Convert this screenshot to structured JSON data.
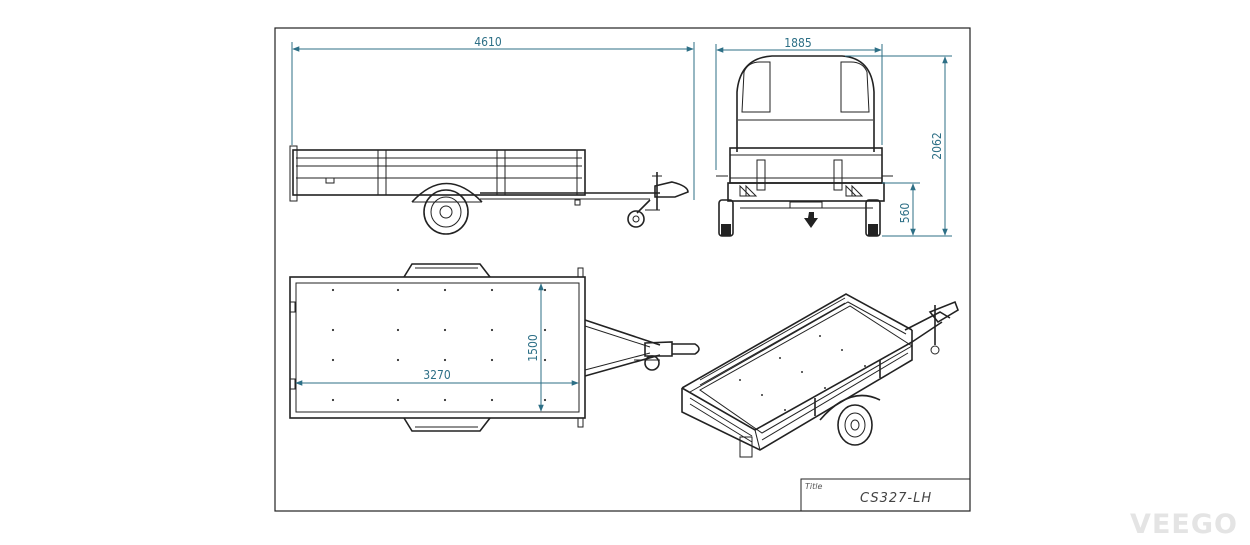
{
  "drawing": {
    "dimensions": {
      "length": "4610",
      "width": "1885",
      "height": "2062",
      "bed_height": "560",
      "bed_length": "3270",
      "bed_width": "1500"
    },
    "title_block": {
      "label": "Title",
      "code": "CS327-LH"
    },
    "watermark": "VEEGO",
    "colors": {
      "dimension": "#2d6f86",
      "line": "#222222",
      "watermark": "#e4e4e4"
    }
  }
}
